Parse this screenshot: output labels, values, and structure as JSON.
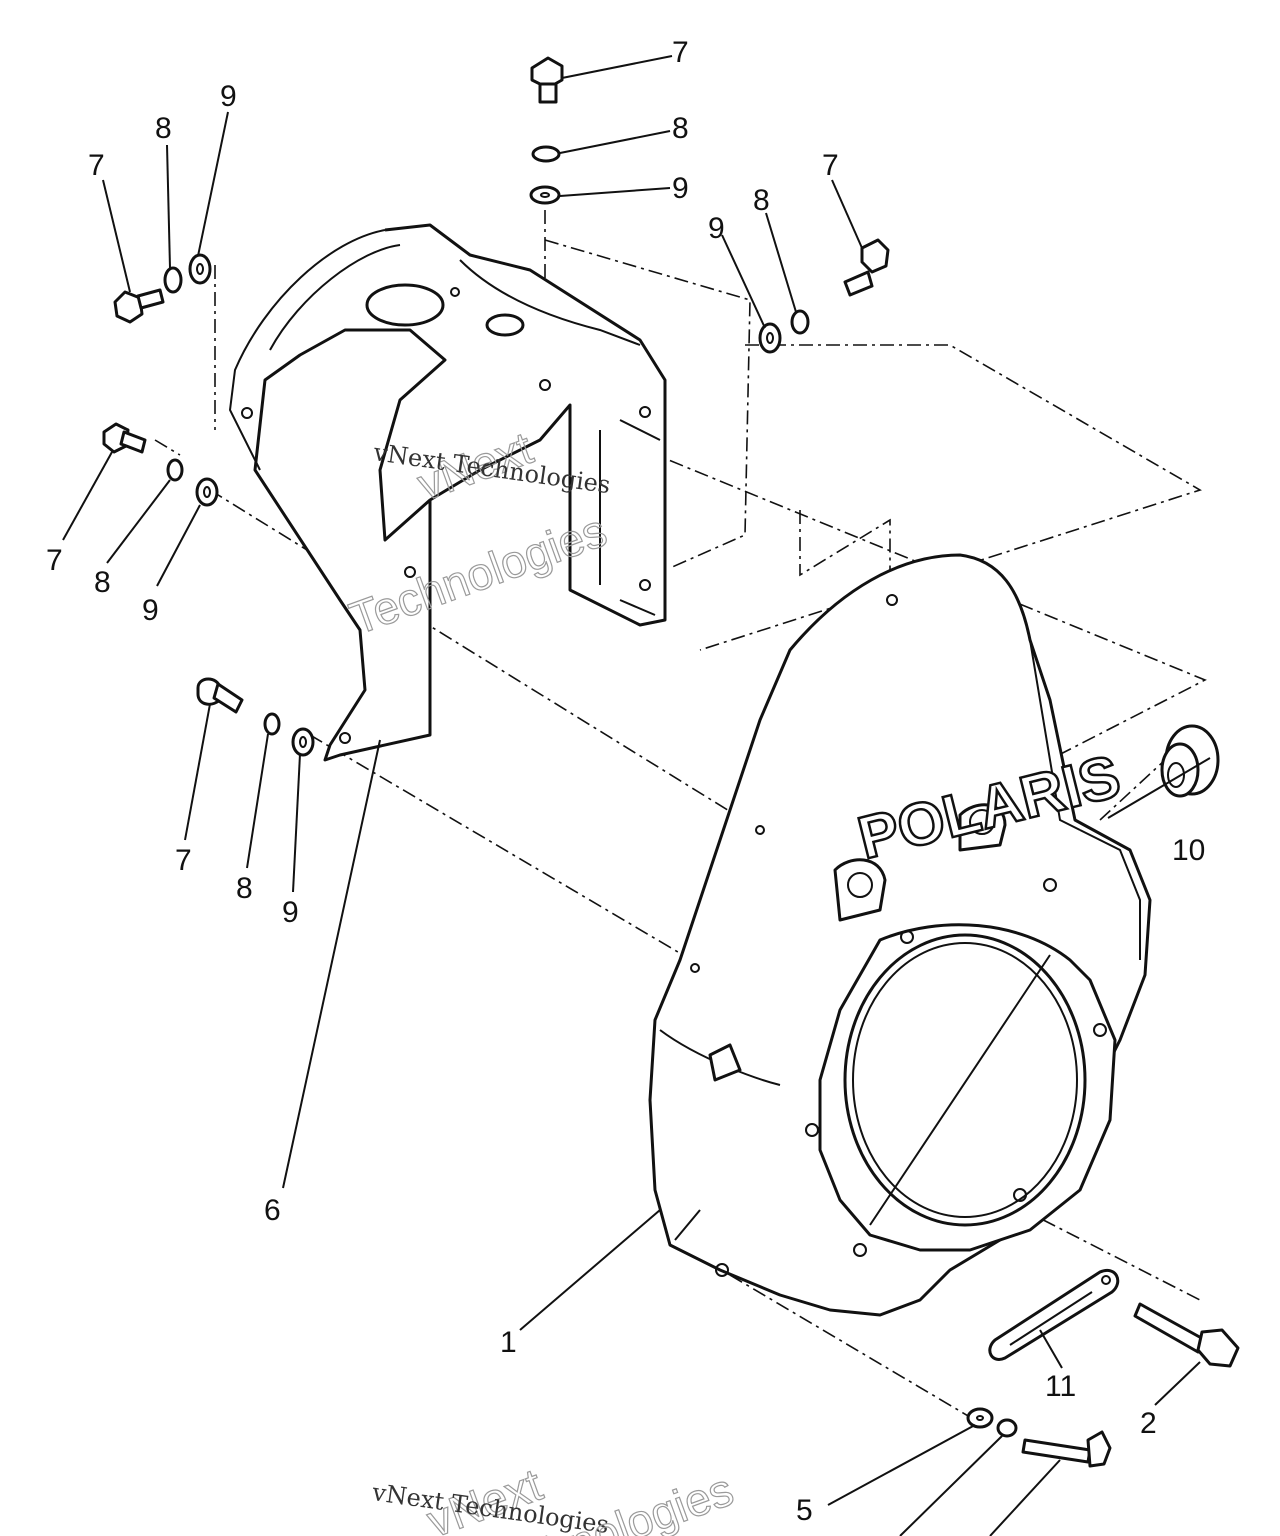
{
  "diagram": {
    "brand_logo_text": "POLARIS",
    "callouts": [
      "7",
      "8",
      "9",
      "7",
      "8",
      "9",
      "9",
      "8",
      "7",
      "7",
      "8",
      "9",
      "7",
      "8",
      "9",
      "10",
      "6",
      "1",
      "11",
      "2",
      "5"
    ],
    "watermarks": {
      "primary_large": "vNext",
      "primary_small": "vNext Technologies",
      "secondary_large": "Technologies"
    }
  }
}
